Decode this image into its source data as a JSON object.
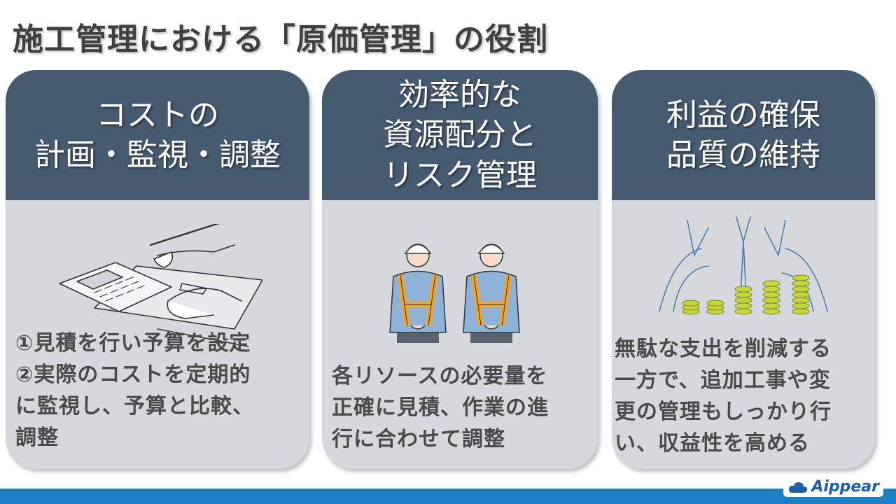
{
  "title": "施工管理における「原価管理」の役割",
  "cards": [
    {
      "heading": "コストの\n計画・監視・調整",
      "illustration_icon": "calculator-hand-icon",
      "body": "①見積を行い予算を設定\n②実際のコストを定期的\nに監視し、予算と比較、\n調整"
    },
    {
      "heading": "効率的な\n資源配分と\nリスク管理",
      "illustration_icon": "construction-workers-icon",
      "body": "各リソースの必要量を\n正確に見積、作業の進\n行に合わせて調整"
    },
    {
      "heading": "利益の確保\n品質の維持",
      "illustration_icon": "coin-stacks-icon",
      "body": "無駄な支出を削減する\n一方で、追加工事や変\n更の管理もしっかり行\nい、収益性を高める"
    }
  ],
  "logo": {
    "text": "Aippear",
    "icon": "cloud-logo-icon"
  },
  "colors": {
    "header": "#465b70",
    "card_bg": "#d5d8dd",
    "footer": "#1c7fc6",
    "title": "#404040",
    "body_text": "#4a4a4a"
  }
}
